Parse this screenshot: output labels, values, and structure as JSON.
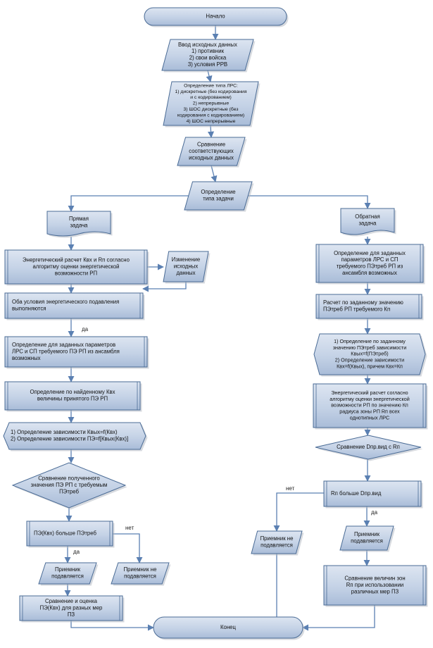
{
  "colors": {
    "fill_light": "#dde5f1",
    "fill_dark": "#a9bcd8",
    "stroke": "#4a6b95",
    "edge": "#5b80b2"
  },
  "nodes": {
    "start": [
      "Начало"
    ],
    "input": [
      "Ввод исходных данных",
      "1) противник",
      "2) свои войска",
      "3) условия РРВ"
    ],
    "define_lrs": [
      "Определение типа ЛРС:",
      "1) дискретные (без кодирования",
      "и с кодированием)",
      "2) непрерывные",
      "3) ШОС дискретные (без",
      "кодирования с кодированием)",
      "4) ШОС непрерывные"
    ],
    "compare_inputs": [
      "Сравнение",
      "соответствующих",
      "исходных данных"
    ],
    "task_type": [
      "Определение",
      "типа задачи"
    ],
    "direct_task": [
      "Прямая",
      "задача"
    ],
    "energy_calc": [
      "Энергетический расчет Квх и Rп согласно",
      "алгоритму оценки энергетической",
      "возможности РП"
    ],
    "change_inputs": [
      "Изменение",
      "исходных",
      "данных"
    ],
    "both_conditions": [
      "Оба условия энергетического подавления",
      "выполняются"
    ],
    "define_pe_left": [
      "Определение для заданных параметров",
      "ЛРС и СП требуемого ПЭ РП из ансамбля",
      "возможных"
    ],
    "define_by_kvx": [
      "Определение по найденному Квх",
      "величины принятого ПЭ РП"
    ],
    "dependencies_left": [
      "1) Определение зависимости Квых=f(Квх)",
      "2) Определение зависимости ПЭ=f[Квых(Квх)]"
    ],
    "compare_pe": [
      "Сравнение полученного",
      "значения  ПЭ РП с требуемым",
      "ПЭтреб"
    ],
    "pe_greater": [
      "ПЭ(Квх) больше ПЭтреб"
    ],
    "suppressed_left": [
      "Приемник",
      "подавляется"
    ],
    "not_suppressed_left": [
      "Приемник не",
      "подавляется"
    ],
    "compare_pe_measures": [
      "Сравнение и оценка",
      "ПЭ(Квх) для разных мер",
      "ПЗ"
    ],
    "end": [
      "Конец"
    ],
    "reverse_task": [
      "Обратная",
      "задача"
    ],
    "define_pe_right": [
      "Определение для заданных",
      "параметров ЛРС и СП",
      "требуемого ПЭтреб РП из",
      "ансамбля возможных"
    ],
    "calc_kp": [
      "Расчет по заданному значению",
      "ПЭтреб РП требуемого Кп"
    ],
    "dependencies_right": [
      "1) Определение по заданному",
      "значению ПЭтреб зависимости",
      "Квых=f(ПЭтреб)",
      "2) Определение зависимости",
      "Квх=f(Квых), причем Квх=Кп"
    ],
    "energy_calc_right": [
      "Энергетический расчет согласно",
      "алгоритму оценки энергетической",
      "возможности РП по значению Кп",
      "радиуса зоны РП Rп всех",
      "однотипных ЛРС"
    ],
    "compare_dpr": [
      "Сравнение Dпр.вид с Rп"
    ],
    "rp_greater": [
      "Rп больше Dпр.вид"
    ],
    "not_suppressed_right": [
      "Приемник не",
      "подавляется"
    ],
    "suppressed_right": [
      "Приемник",
      "подавляется"
    ],
    "compare_zones": [
      "Сравнение величин зон",
      "Rп при использовании",
      "различных мер ПЗ"
    ]
  },
  "edge_labels": {
    "yes1": "да",
    "yes2": "да",
    "no1": "нет",
    "yes3": "да",
    "no2": "нет"
  }
}
